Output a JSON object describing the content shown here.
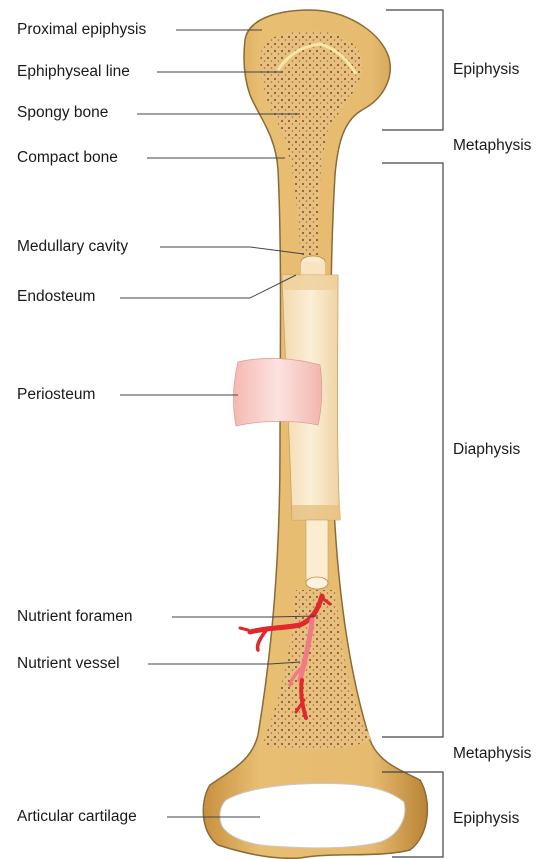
{
  "labels_left": {
    "proximal_epiphysis": "Proximal epiphysis",
    "epiphyseal_line": "Ephiphyseal line",
    "spongy_bone": "Spongy bone",
    "compact_bone": "Compact bone",
    "medullary_cavity": "Medullary cavity",
    "endosteum": "Endosteum",
    "periosteum": "Periosteum",
    "nutrient_foramen": "Nutrient foramen",
    "nutrient_vessel": "Nutrient vessel",
    "articular_cartilage": "Articular cartilage"
  },
  "labels_right": {
    "epiphysis_top": "Epiphysis",
    "metaphysis_top": "Metaphysis",
    "diaphysis": "Diaphysis",
    "metaphysis_bottom": "Metaphysis",
    "epiphysis_bottom": "Epiphysis"
  },
  "colors": {
    "bone_outer": "#e2b56a",
    "bone_outline": "#8a6a36",
    "spongy": "#e8c48a",
    "spongy_dots": "#9a5a24",
    "shaft_light": "#f6e2bf",
    "periosteum": "#f6c9c4",
    "vessel": "#e0282d",
    "cartilage": "#ffffff",
    "leader": "#444444"
  }
}
